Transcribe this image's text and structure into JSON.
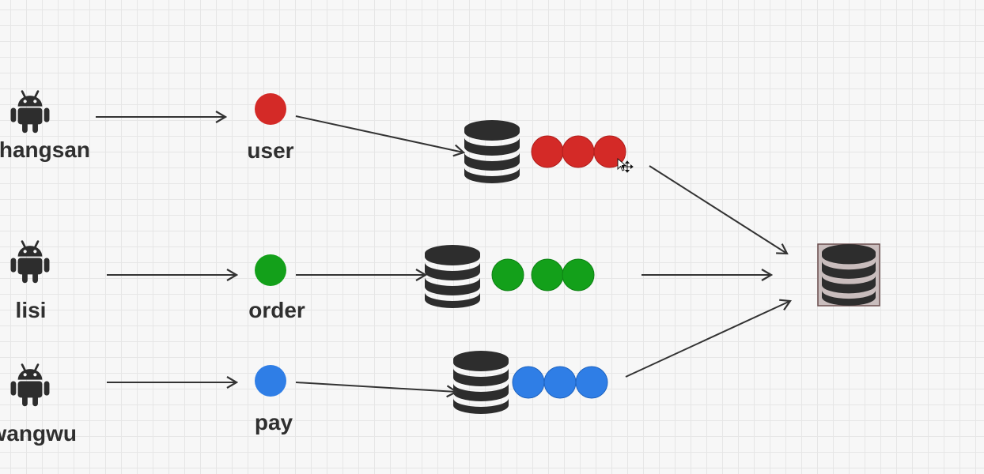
{
  "users": [
    {
      "name": "zhangsan",
      "icon": "android-icon"
    },
    {
      "name": "lisi",
      "icon": "android-icon"
    },
    {
      "name": "wangwu",
      "icon": "android-icon"
    }
  ],
  "topics": [
    {
      "name": "user",
      "color": "#d42a27"
    },
    {
      "name": "order",
      "color": "#13a01a"
    },
    {
      "name": "pay",
      "color": "#2f7ee6"
    }
  ],
  "queues": [
    {
      "topic": "user",
      "message_count": 3
    },
    {
      "topic": "order",
      "message_count": 3
    },
    {
      "topic": "pay",
      "message_count": 3
    }
  ],
  "sink": {
    "icon": "database-icon"
  },
  "colors": {
    "stroke": "#333333",
    "database": "#2d2d2d",
    "sink_border": "#6b4e4e"
  }
}
